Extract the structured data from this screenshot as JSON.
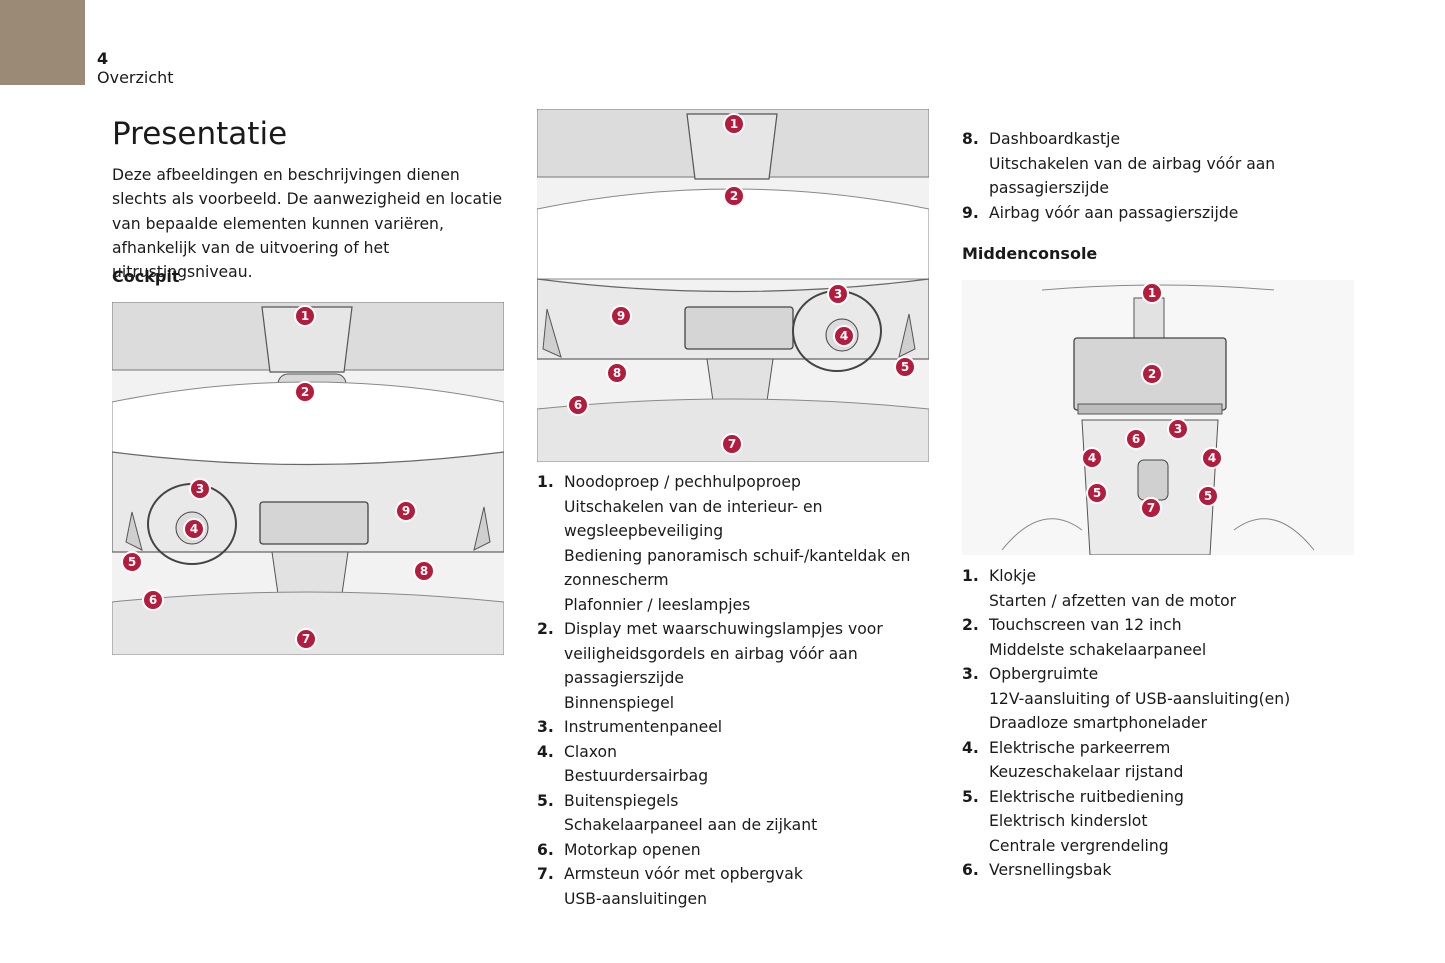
{
  "header": {
    "page_number": "4",
    "section": "Overzicht"
  },
  "title": "Presentatie",
  "intro": "Deze afbeeldingen en beschrijvingen dienen slechts als voorbeeld. De aanwezigheid en locatie van bepaalde elementen kunnen variëren, afhankelijk van de uitvoering of het uitrustingsniveau.",
  "cockpit_heading": "Cockpit",
  "middenconsole_heading": "Middenconsole",
  "colors": {
    "tab": "#9a8a76",
    "marker": "#b31c3c"
  },
  "cockpit_list": [
    {
      "n": "1.",
      "lines": [
        "Noodoproep / pechhulpoproep",
        "Uitschakelen van de interieur- en",
        "wegsleepbeveiliging",
        "Bediening panoramisch schuif-/kanteldak en",
        "zonnescherm",
        "Plafonnier / leeslampjes"
      ]
    },
    {
      "n": "2.",
      "lines": [
        "Display met waarschuwingslampjes voor",
        "veiligheidsgordels en airbag vóór aan",
        "passagierszijde",
        "Binnenspiegel"
      ]
    },
    {
      "n": "3.",
      "lines": [
        "Instrumentenpaneel"
      ]
    },
    {
      "n": "4.",
      "lines": [
        "Claxon",
        "Bestuurdersairbag"
      ]
    },
    {
      "n": "5.",
      "lines": [
        "Buitenspiegels",
        "Schakelaarpaneel aan de zijkant"
      ]
    },
    {
      "n": "6.",
      "lines": [
        "Motorkap openen"
      ]
    },
    {
      "n": "7.",
      "lines": [
        "Armsteun vóór met opbergvak",
        "USB-aansluitingen"
      ]
    },
    {
      "n": "8.",
      "lines": [
        "Dashboardkastje",
        "Uitschakelen van de airbag vóór aan",
        "passagierszijde"
      ]
    },
    {
      "n": "9.",
      "lines": [
        "Airbag vóór aan passagierszijde"
      ]
    }
  ],
  "console_list": [
    {
      "n": "1.",
      "lines": [
        "Klokje",
        "Starten / afzetten van de motor"
      ]
    },
    {
      "n": "2.",
      "lines": [
        "Touchscreen van 12 inch",
        "Middelste schakelaarpaneel"
      ]
    },
    {
      "n": "3.",
      "lines": [
        "Opbergruimte",
        "12V-aansluiting of USB-aansluiting(en)",
        "Draadloze smartphonelader"
      ]
    },
    {
      "n": "4.",
      "lines": [
        "Elektrische parkeerrem",
        "Keuzeschakelaar rijstand"
      ]
    },
    {
      "n": "5.",
      "lines": [
        "Elektrische ruitbediening",
        "Elektrisch kinderslot",
        "Centrale vergrendeling"
      ]
    },
    {
      "n": "6.",
      "lines": [
        "Versnellingsbak"
      ]
    }
  ],
  "figures": {
    "cockpit_lhd_markers": [
      "1",
      "2",
      "3",
      "4",
      "5",
      "6",
      "7",
      "8",
      "9"
    ],
    "cockpit_rhd_markers": [
      "1",
      "2",
      "3",
      "4",
      "5",
      "6",
      "7",
      "8",
      "9"
    ],
    "console_markers": [
      "1",
      "2",
      "3",
      "4",
      "4",
      "5",
      "5",
      "6",
      "7"
    ]
  }
}
